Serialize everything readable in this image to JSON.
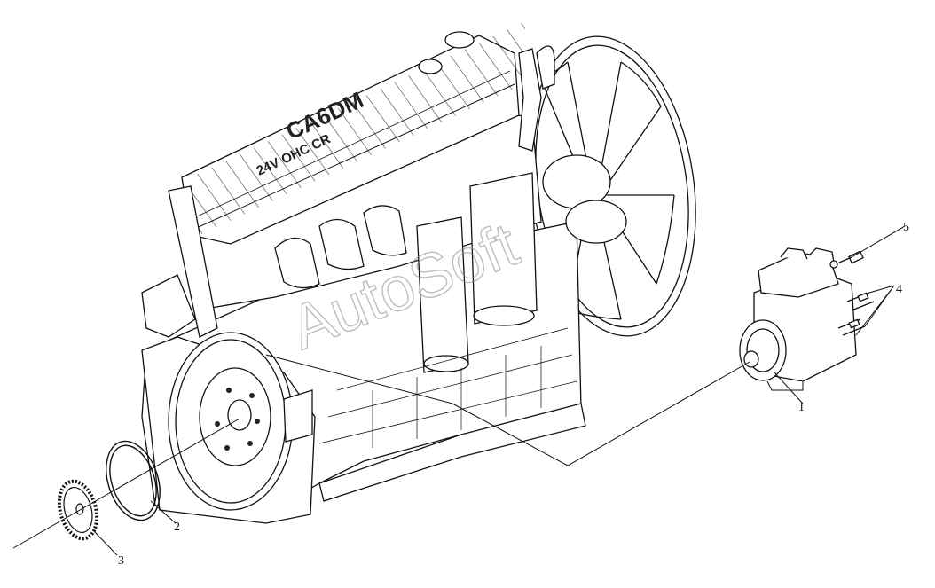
{
  "brand_plate": {
    "top": "CA6DM",
    "bottom": "24V OHC CR"
  },
  "watermark": "AutoSoft",
  "callouts": [
    {
      "id": "1",
      "label": "1"
    },
    {
      "id": "2",
      "label": "2"
    },
    {
      "id": "3",
      "label": "3"
    },
    {
      "id": "4",
      "label": "4"
    },
    {
      "id": "5",
      "label": "5"
    }
  ]
}
